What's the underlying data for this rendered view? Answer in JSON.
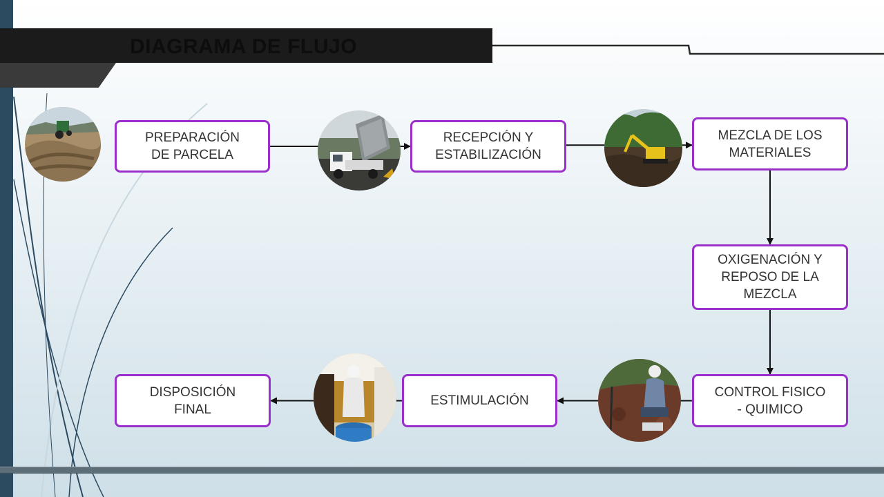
{
  "title": "DIAGRAMA DE FLUJO",
  "steps": [
    {
      "id": "preparacion",
      "label": "PREPARACIÓN\nDE PARCELA"
    },
    {
      "id": "recepcion",
      "label": "RECEPCIÓN Y\nESTABILIZACIÓN"
    },
    {
      "id": "mezcla",
      "label": "MEZCLA DE LOS\nMATERIALES"
    },
    {
      "id": "oxigenacion",
      "label": "OXIGENACIÓN Y\nREPOSO DE LA\nMEZCLA"
    },
    {
      "id": "control",
      "label": "CONTROL FISICO\n- QUIMICO"
    },
    {
      "id": "estimulacion",
      "label": "ESTIMULACIÓN"
    },
    {
      "id": "disposicion",
      "label": "DISPOSICIÓN\nFINAL"
    }
  ],
  "flow": [
    [
      "preparacion",
      "recepcion"
    ],
    [
      "recepcion",
      "mezcla"
    ],
    [
      "mezcla",
      "oxigenacion"
    ],
    [
      "oxigenacion",
      "control"
    ],
    [
      "control",
      "estimulacion"
    ],
    [
      "estimulacion",
      "disposicion"
    ]
  ],
  "photos": [
    {
      "name": "tractor-field-photo"
    },
    {
      "name": "dump-truck-photo"
    },
    {
      "name": "excavator-photo"
    },
    {
      "name": "soil-sampling-photo"
    },
    {
      "name": "worker-bucket-photo"
    }
  ],
  "colors": {
    "box_border": "#9b2fcc",
    "header_bar": "#1b1b1b",
    "side_bar": "#2c4a60",
    "connector": "#111111"
  }
}
